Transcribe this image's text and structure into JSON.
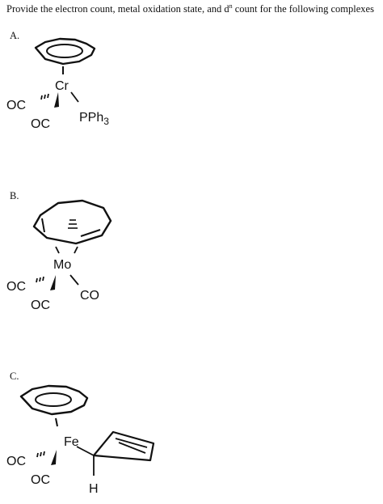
{
  "question": {
    "before_sup": "Provide the electron count, metal oxidation state, and d",
    "sup": "n",
    "after_sup": " count for the following complexes"
  },
  "parts": [
    {
      "label": "A.",
      "metal": "Cr",
      "ligands": [
        "OC",
        "OC",
        "PPh",
        "3"
      ]
    },
    {
      "label": "B.",
      "metal": "Mo",
      "ligands": [
        "OC",
        "OC",
        "CO"
      ]
    },
    {
      "label": "C.",
      "metal": "Fe",
      "ligands": [
        "OC",
        "OC",
        "H"
      ]
    }
  ]
}
